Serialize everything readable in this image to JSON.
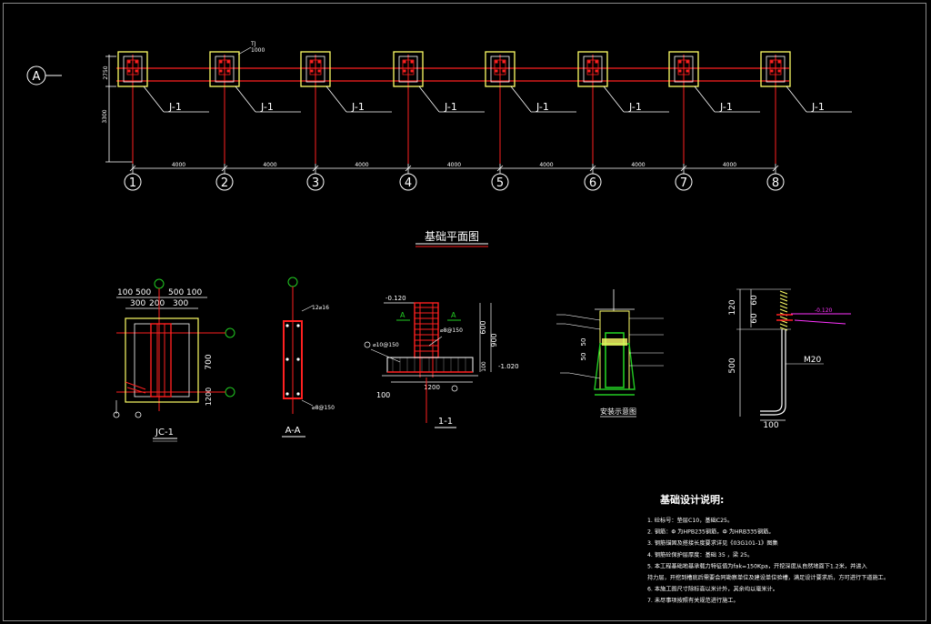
{
  "plan": {
    "axis_row_label": "A",
    "axis_labels": [
      "1",
      "2",
      "3",
      "4",
      "5",
      "6",
      "7",
      "8"
    ],
    "spans": [
      "4000",
      "4000",
      "4000",
      "4000",
      "4000",
      "4000",
      "4000"
    ],
    "footing_tag": "J-1",
    "left_dims": [
      "2750",
      "3300"
    ],
    "top_note_1": "TJ",
    "top_note_2": "1000",
    "title": "基础平面图"
  },
  "detail_jc1": {
    "dims_top_1": "100 500",
    "dims_top_2": "500 100",
    "dims_top_3": "300",
    "dims_top_4": "200",
    "dims_top_5": "300",
    "dims_side_1": "700",
    "dims_side_2": "1200",
    "caption": "JC-1"
  },
  "detail_aa": {
    "rebar_top": "12⌀16",
    "rebar_bot": "⌀8@150",
    "caption": "A-A"
  },
  "detail_11": {
    "elev_top": "-0.120",
    "section_mark": "A",
    "rebar_1": "⌀8@150",
    "rebar_2": "⌀10@150",
    "dim_600": "600",
    "dim_900": "900",
    "dim_100": "100",
    "elev_bottom": "-1.020",
    "dim_1200": "1200",
    "dim_left": "100",
    "caption": "1-1"
  },
  "detail_install": {
    "dim_50a": "50",
    "dim_50b": "50",
    "caption": "安装示意图"
  },
  "detail_bolt": {
    "dim_120": "120",
    "dim_60a": "60",
    "dim_60b": "60",
    "dim_500": "500",
    "dim_100": "100",
    "bolt_label": "M20",
    "elev_tag": "-0.120"
  },
  "notes": {
    "title": "基础设计说明:",
    "items": [
      "1. 砼标号：垫层C10，基础C25。",
      "2. 钢筋：Φ 为HPB235钢筋，Ф 为HRB335钢筋。",
      "3. 钢筋锚固及搭接长度要求详见《03G101-1》图集",
      "4. 钢筋砼保护层厚度：基础 35 ，梁 25。",
      "5. 本工程基础地基承载力特征值为fak=150Kpa，开挖深度从自然地面下1.2米，并进入",
      "   持力层，开挖到槽底后需要会同勘察单位及建设单位验槽，满足设计要求后，方可进行下道施工。",
      "6. 本施工图尺寸除标高以米计外，其余均以毫米计。",
      "7. 未尽事项按照有关规范进行施工。"
    ]
  },
  "colors": {
    "red": "#ff2020",
    "white": "#ffffff",
    "yellow": "#ffff66",
    "green": "#22cc22",
    "cyan": "#00e0e0",
    "magenta": "#ff33ff"
  }
}
